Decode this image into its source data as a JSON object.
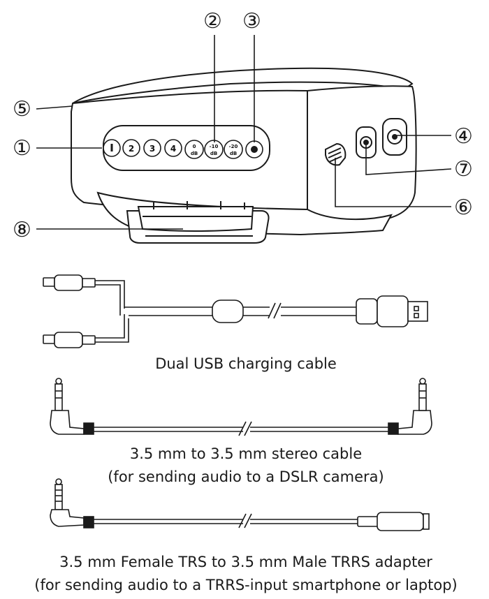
{
  "callouts": {
    "c1": "①",
    "c2": "②",
    "c3": "③",
    "c4": "④",
    "c5": "⑤",
    "c6": "⑥",
    "c7": "⑦",
    "c8": "⑧"
  },
  "led_panel": {
    "n2": "2",
    "n3": "3",
    "n4": "4",
    "db0_top": "0",
    "db0_bot": "dB",
    "db10_top": "-10",
    "db10_bot": "dB",
    "db20_top": "-20",
    "db20_bot": "dB"
  },
  "captions": {
    "dual_usb": "Dual USB charging cable",
    "stereo_line1": "3.5 mm to 3.5 mm stereo cable",
    "stereo_line2": "(for sending audio to a DSLR camera)",
    "adapter_line1": "3.5 mm Female TRS to 3.5 mm Male TRRS adapter",
    "adapter_line2": "(for sending audio to a TRRS-input smartphone or laptop)"
  }
}
